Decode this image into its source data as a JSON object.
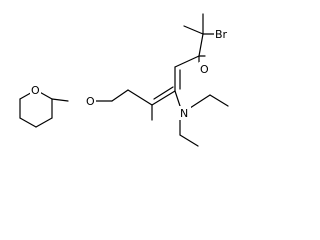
{
  "molecule": {
    "atoms": {
      "bromine": "Br",
      "ketone_oxygen": "O",
      "nitrogen": "N",
      "ether_oxygen": "O",
      "ring_oxygen": "O"
    }
  }
}
